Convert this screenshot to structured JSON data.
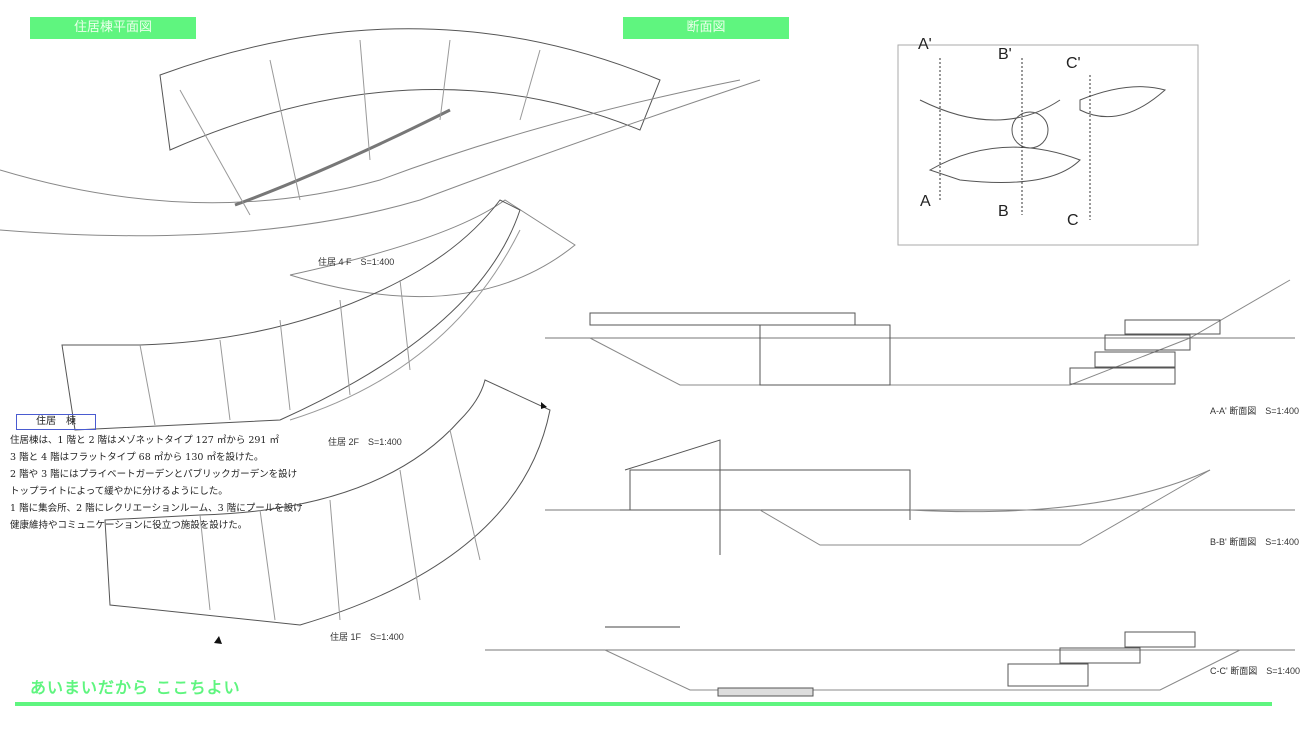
{
  "headers": {
    "plan": "住居棟平面図",
    "section": "断面図"
  },
  "plan_labels": {
    "f4": "住居 4 F　S=1:400",
    "f2": "住居 2F　S=1:400",
    "f1": "住居 1F　S=1:400"
  },
  "section_labels": {
    "aa": "A-A' 断面図　S=1:400",
    "bb": "B-B' 断面図　S=1:400",
    "cc": "C-C' 断面図　S=1:400"
  },
  "markers": {
    "a_top": "A'",
    "b_top": "B'",
    "c_top": "C'",
    "a": "A",
    "b": "B",
    "c": "C"
  },
  "description": {
    "title": "住居　棟",
    "lines": [
      "住居棟は、1 階と 2 階はメゾネットタイプ 127 ㎡から 291 ㎡",
      "3 階と 4 階はフラットタイプ 68 ㎡から 130 ㎡を設けた。",
      "2 階や 3 階にはプライベートガーデンとパブリックガーデンを設け",
      "トップライトによって緩やかに分けるようにした。",
      "1 階に集会所、2 階にレクリエーションルーム、3 階にプールを設け",
      "健康維持やコミュニケーションに役立つ施設を設けた。"
    ]
  },
  "slogan": "あいまいだから ここちよい",
  "colors": {
    "accent": "#5ff57f"
  }
}
